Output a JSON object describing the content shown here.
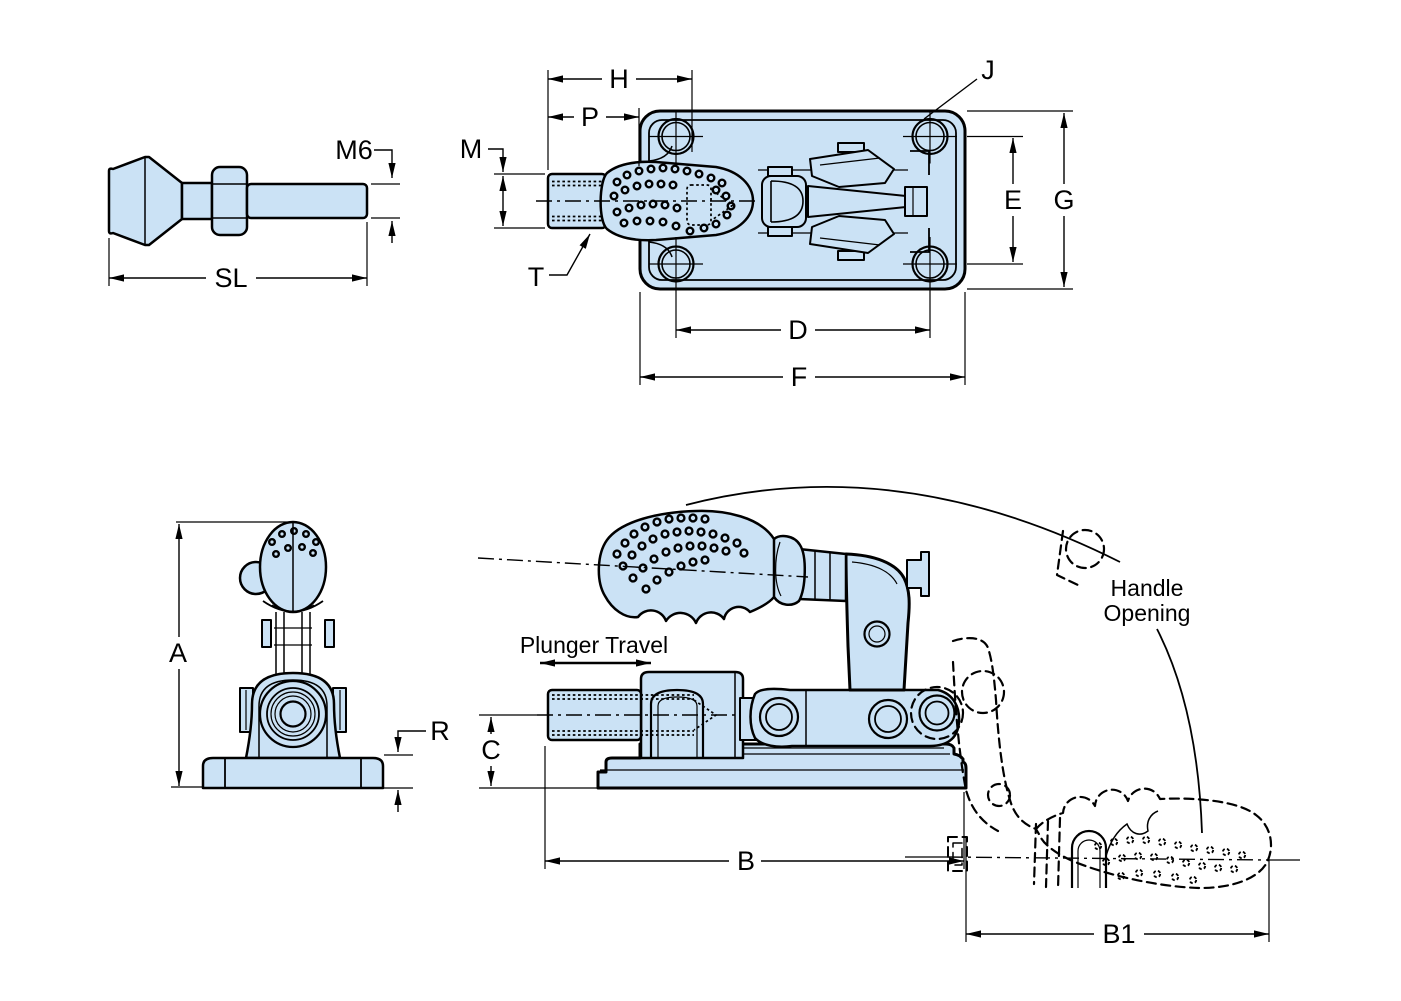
{
  "drawing": {
    "component": "push-pull toggle clamp dimensional drawing",
    "colors": {
      "part_fill": "#cbe2f5",
      "outline": "#000000",
      "background": "#ffffff"
    },
    "views": {
      "spindle": {
        "name": "spindle detail",
        "dims": {
          "thread": "M6",
          "spindle_length": "SL"
        }
      },
      "top": {
        "name": "top view",
        "dims": {
          "h": "H",
          "p": "P",
          "m": "M",
          "t": "T",
          "j": "J",
          "e": "E",
          "g": "G",
          "d": "D",
          "f": "F"
        }
      },
      "front": {
        "name": "front view",
        "dims": {
          "a": "A",
          "r": "R"
        }
      },
      "side": {
        "name": "side view",
        "dims": {
          "plunger_travel": "Plunger Travel",
          "c": "C",
          "b": "B",
          "b1": "B1"
        },
        "annotations": {
          "handle_opening_line1": "Handle",
          "handle_opening_line2": "Opening"
        }
      }
    }
  }
}
